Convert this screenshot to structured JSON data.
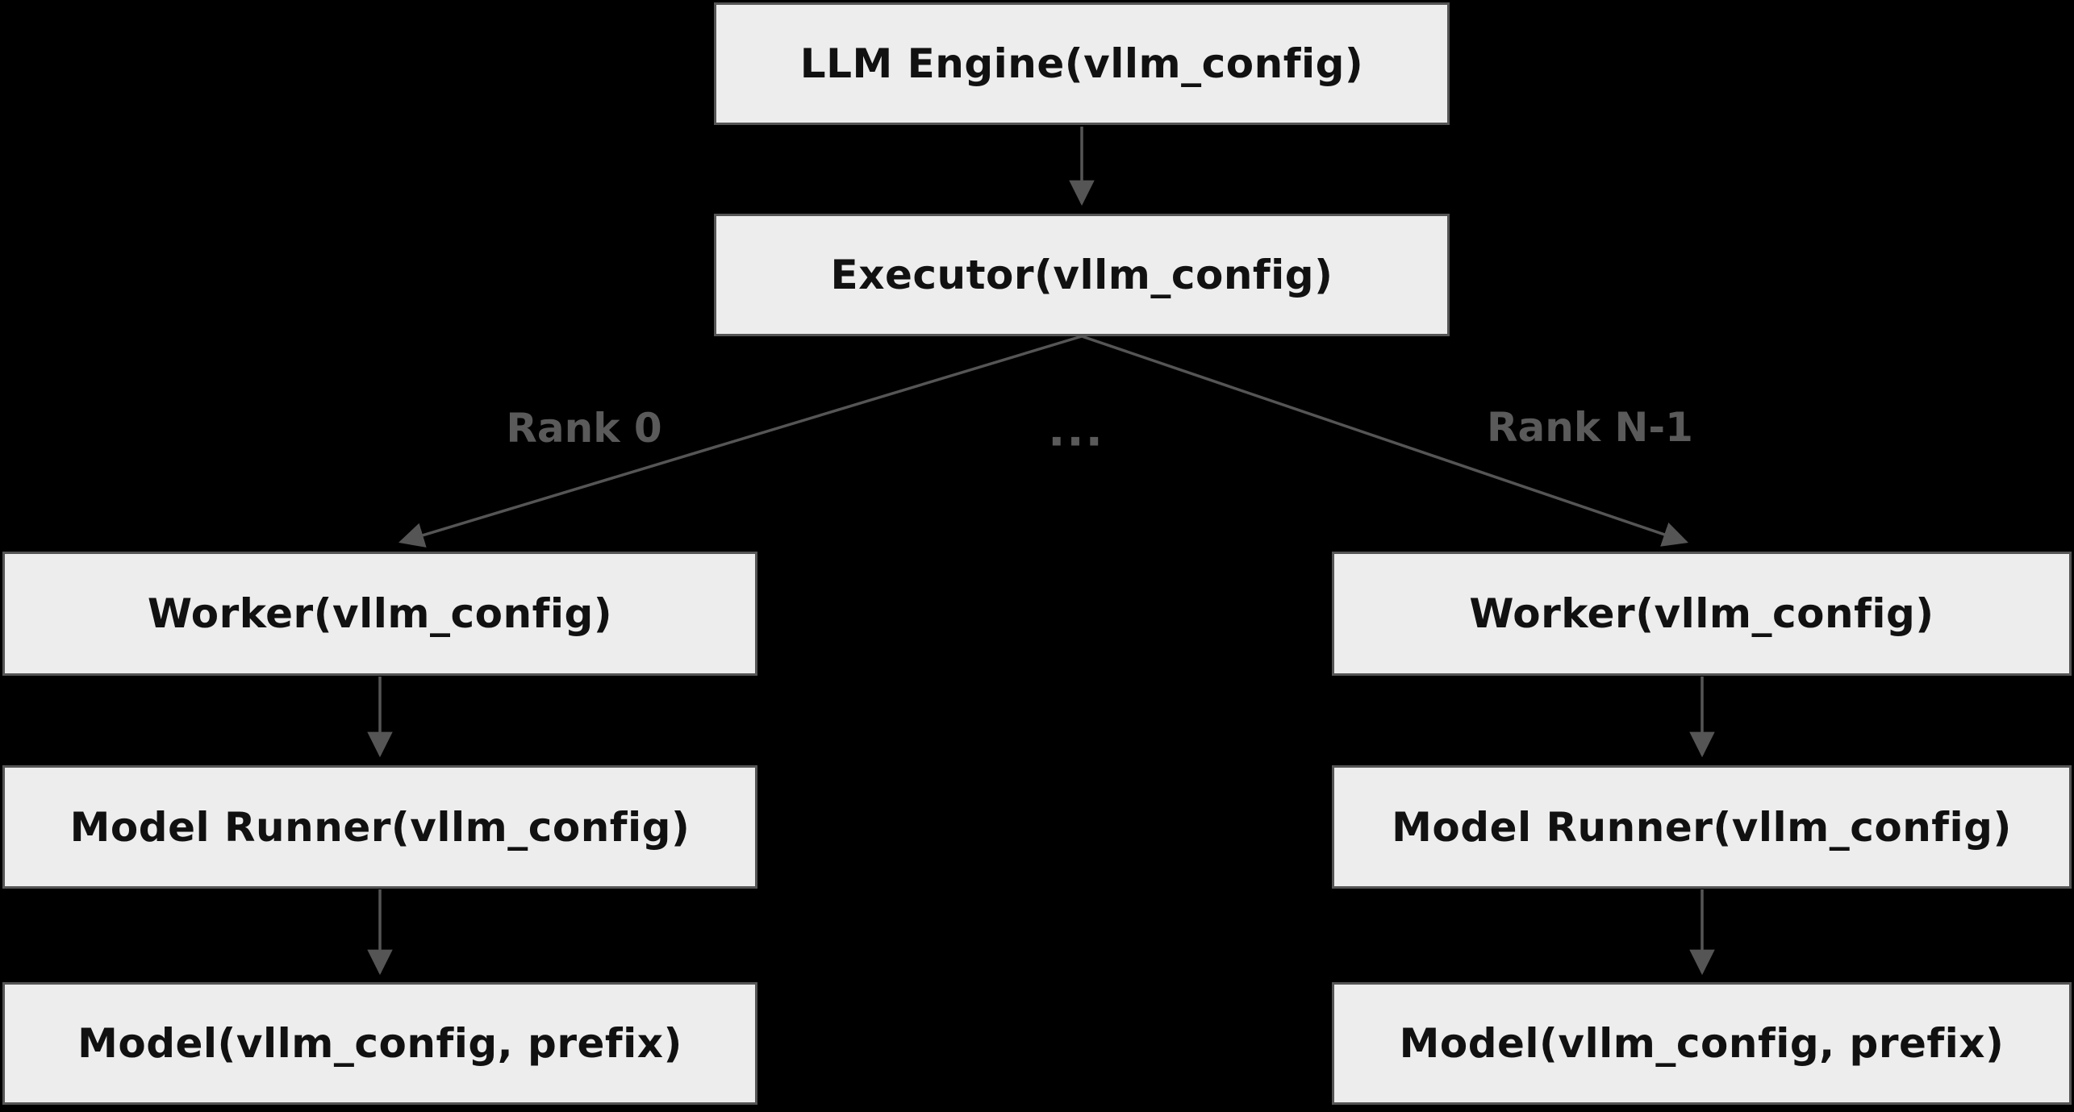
{
  "nodes": {
    "engine": {
      "label": "LLM Engine(vllm_config)"
    },
    "executor": {
      "label": "Executor(vllm_config)"
    },
    "worker_left": {
      "label": "Worker(vllm_config)"
    },
    "worker_right": {
      "label": "Worker(vllm_config)"
    },
    "runner_left": {
      "label": "Model Runner(vllm_config)"
    },
    "runner_right": {
      "label": "Model Runner(vllm_config)"
    },
    "model_left": {
      "label": "Model(vllm_config, prefix)"
    },
    "model_right": {
      "label": "Model(vllm_config, prefix)"
    }
  },
  "edge_labels": {
    "rank0": "Rank 0",
    "ellipsis": "...",
    "rank_n": "Rank N-1"
  },
  "colors": {
    "background": "#000000",
    "node_fill": "#ededed",
    "node_border": "#555555",
    "node_text": "#111111",
    "edge": "#555555",
    "edge_label_text": "#5a5a5a"
  }
}
